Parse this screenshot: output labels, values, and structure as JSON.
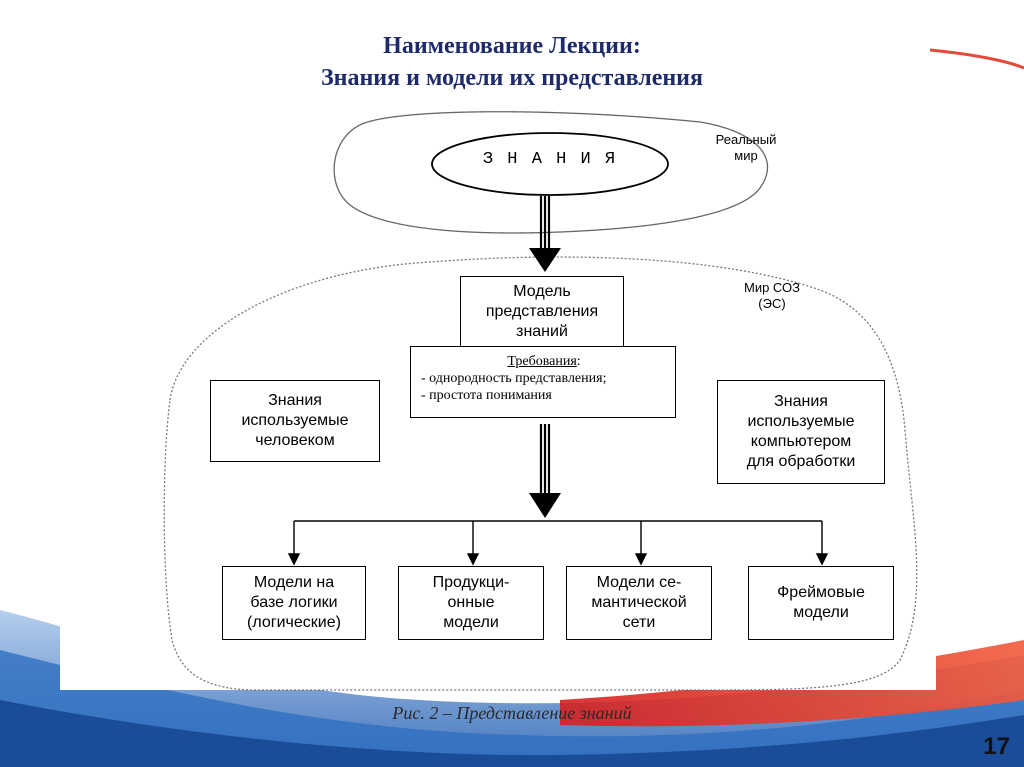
{
  "slide": {
    "title_line1": "Наименование Лекции:",
    "title_line2": "Знания и модели их представления",
    "caption": "Рис. 2 – Представление знаний",
    "page_number": "17"
  },
  "diagram": {
    "knowledge": "З Н А Н И Я",
    "real_world": [
      "Реальный",
      "мир"
    ],
    "soz_world": [
      "Мир СОЗ",
      "(ЭС)"
    ],
    "model": [
      "Модель",
      "представления",
      "знаний"
    ],
    "requirements": {
      "title": "Требования",
      "items": [
        "-  однородность представления;",
        "-  простота понимания"
      ]
    },
    "human_knowledge": [
      "Знания",
      "используемые",
      "человеком"
    ],
    "computer_knowledge": [
      "Знания",
      "используемые",
      "компьютером",
      "для обработки"
    ],
    "leaves": [
      [
        "Модели на",
        "базе логики",
        "(логические)"
      ],
      [
        "Продукци-",
        "онные",
        "модели"
      ],
      [
        "Модели се-",
        "мантической",
        "сети"
      ],
      [
        "Фреймовые",
        "модели"
      ]
    ]
  }
}
